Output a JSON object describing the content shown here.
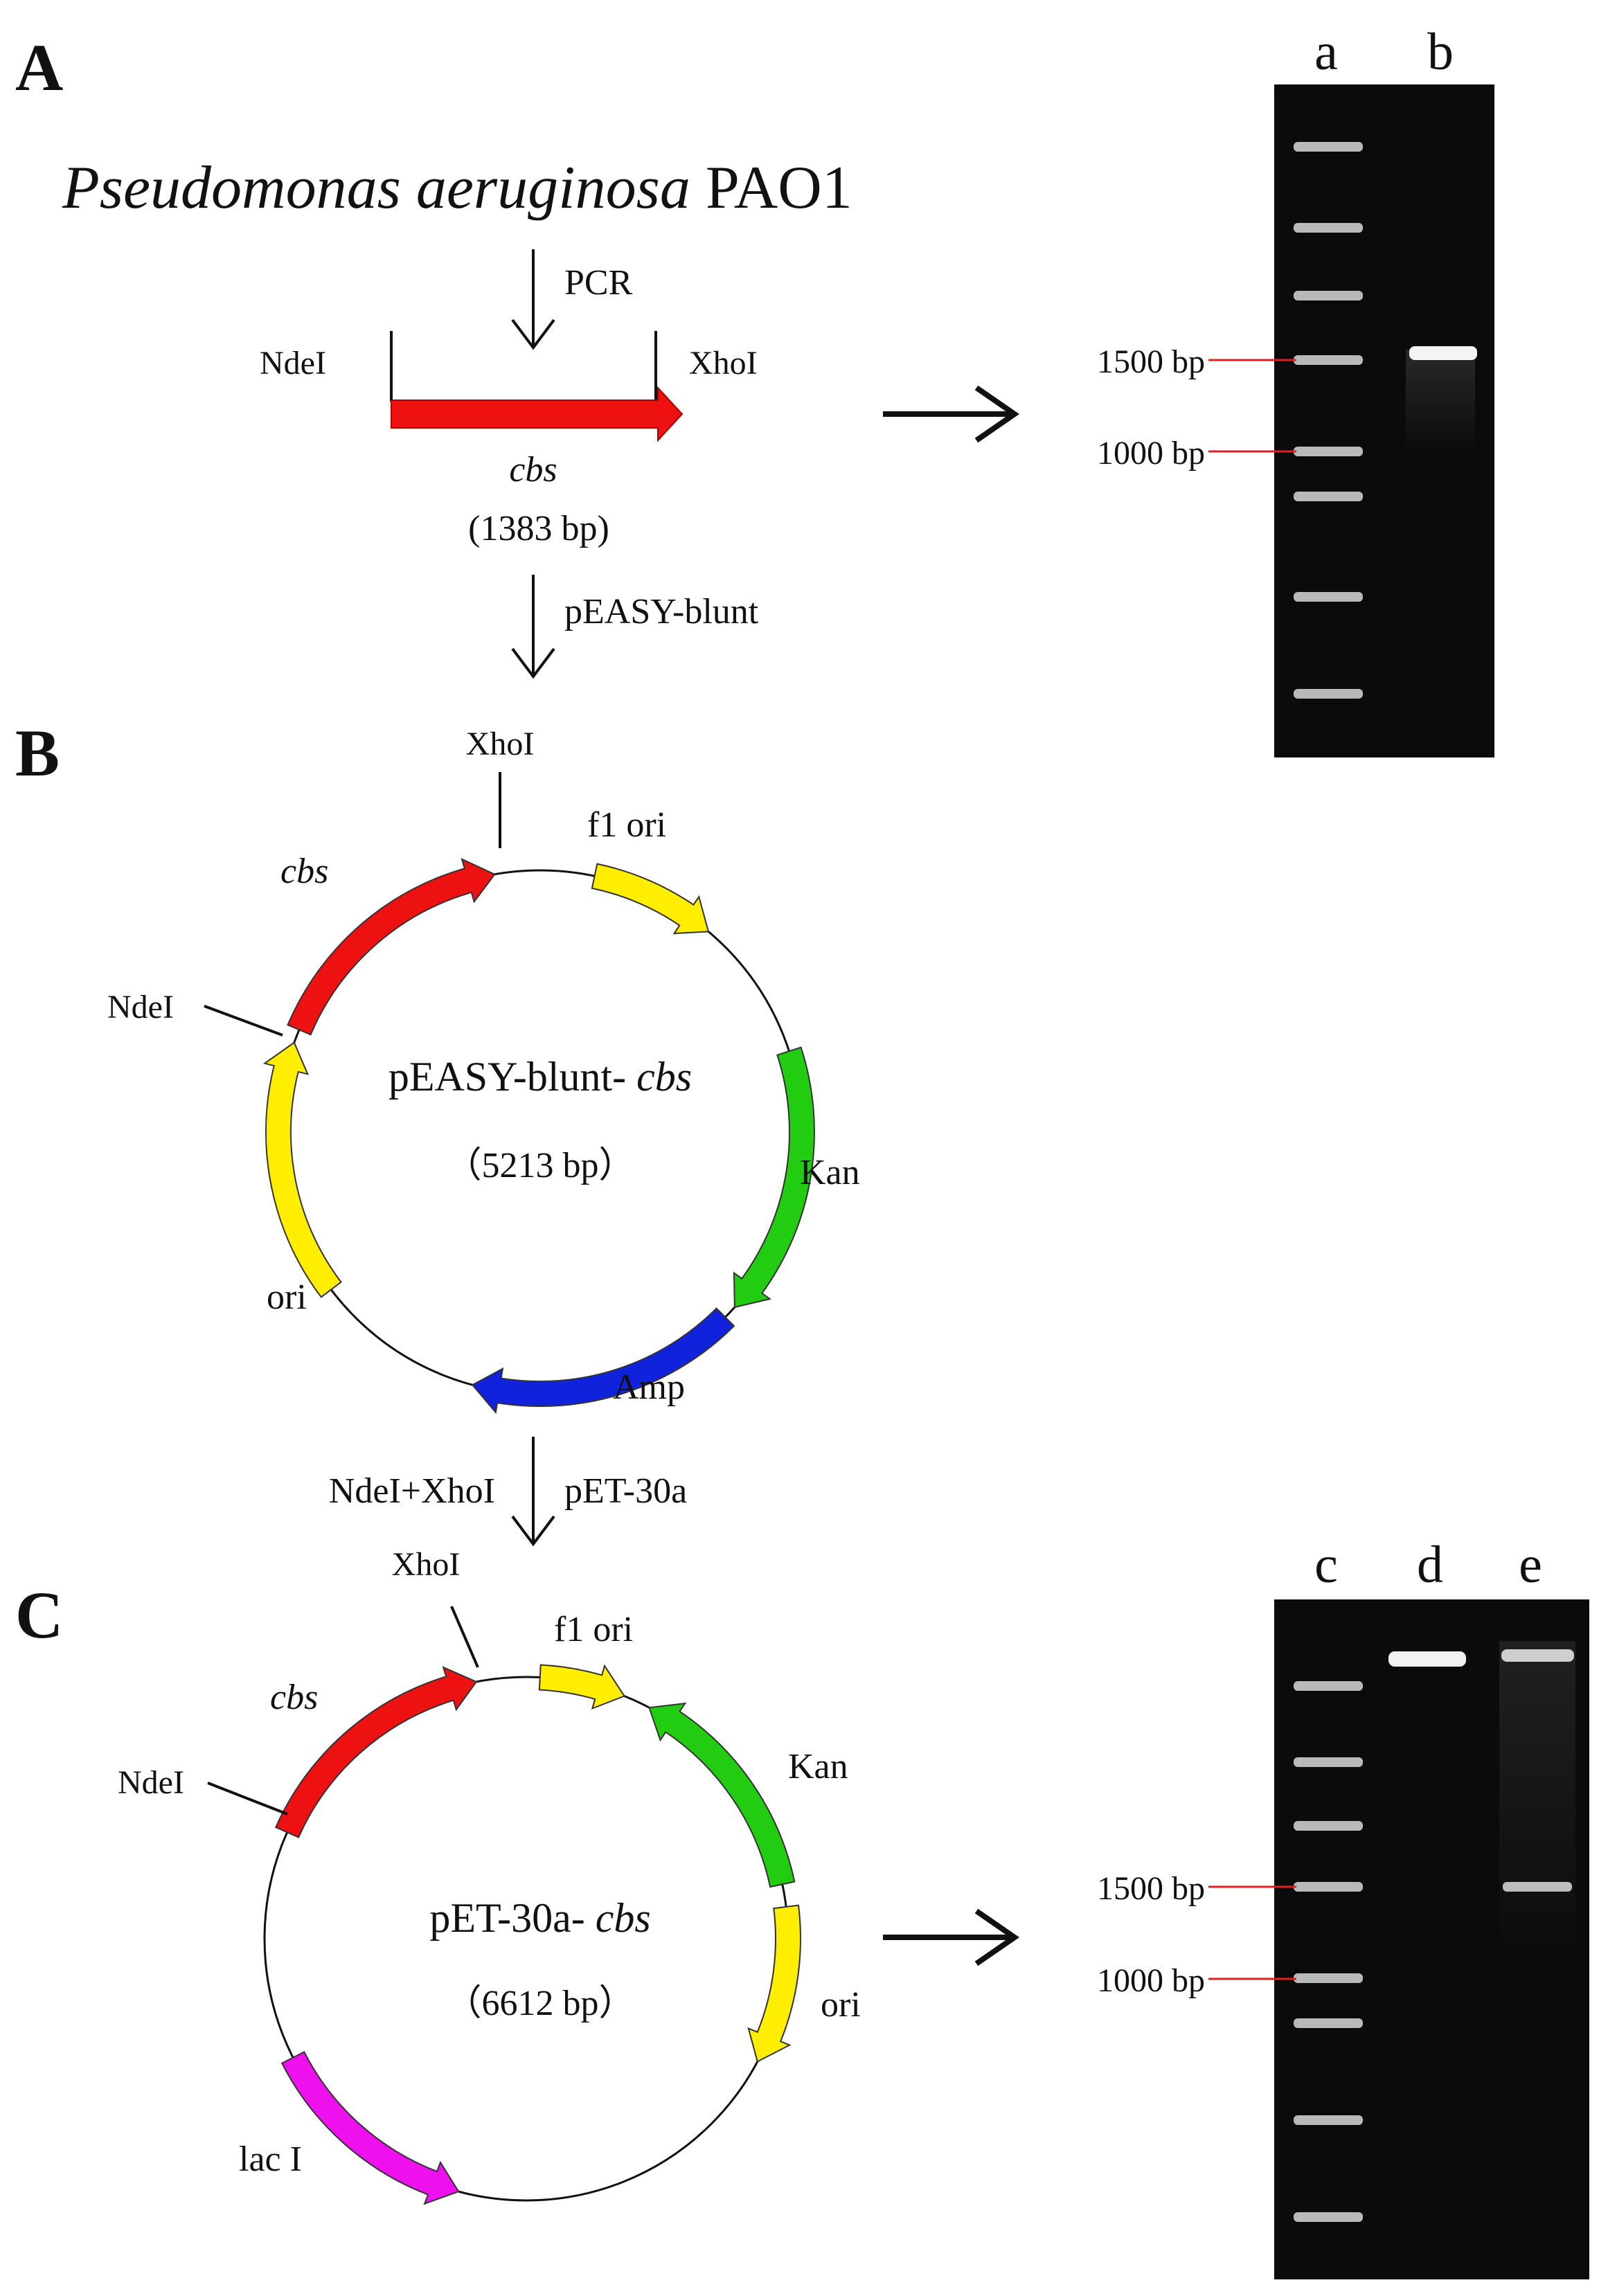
{
  "panel_a": {
    "letter": "A",
    "organism_italic": "Pseudomonas aeruginosa",
    "organism_strain": " PAO1",
    "step_pcr": "PCR",
    "site_left": "NdeI",
    "site_right": "XhoI",
    "gene": "cbs",
    "gene_size": "(1383 bp)",
    "step_blunt": "pEASY-blunt",
    "gel": {
      "lanes": [
        "a",
        "b"
      ],
      "marker_1500": "1500 bp",
      "marker_1000": "1000 bp"
    }
  },
  "panel_b": {
    "letter": "B",
    "plasmid_name": "pEASY-blunt- ",
    "plasmid_gene": "cbs",
    "plasmid_size": "（5213 bp）",
    "labels": {
      "xho": "XhoI",
      "nde": "NdeI",
      "cbs": "cbs",
      "f1": "f1 ori",
      "kan": "Kan",
      "amp": "Amp",
      "ori": "ori"
    },
    "step_left": "NdeI+XhoI",
    "step_right": "pET-30a"
  },
  "panel_c": {
    "letter": "C",
    "plasmid_name": "pET-30a- ",
    "plasmid_gene": "cbs",
    "plasmid_size": "（6612 bp）",
    "labels": {
      "xho": "XhoI",
      "nde": "NdeI",
      "cbs": "cbs",
      "f1": "f1 ori",
      "kan": "Kan",
      "ori": "ori",
      "lac": "lac I"
    },
    "gel": {
      "lanes": [
        "c",
        "d",
        "e"
      ],
      "marker_1500": "1500 bp",
      "marker_1000": "1000 bp"
    }
  },
  "colors": {
    "cbs": "#ee1111",
    "yellow": "#ffee00",
    "kan": "#22cc11",
    "amp": "#1122dd",
    "lac": "#ee11ee",
    "marker_line": "#e02020"
  }
}
